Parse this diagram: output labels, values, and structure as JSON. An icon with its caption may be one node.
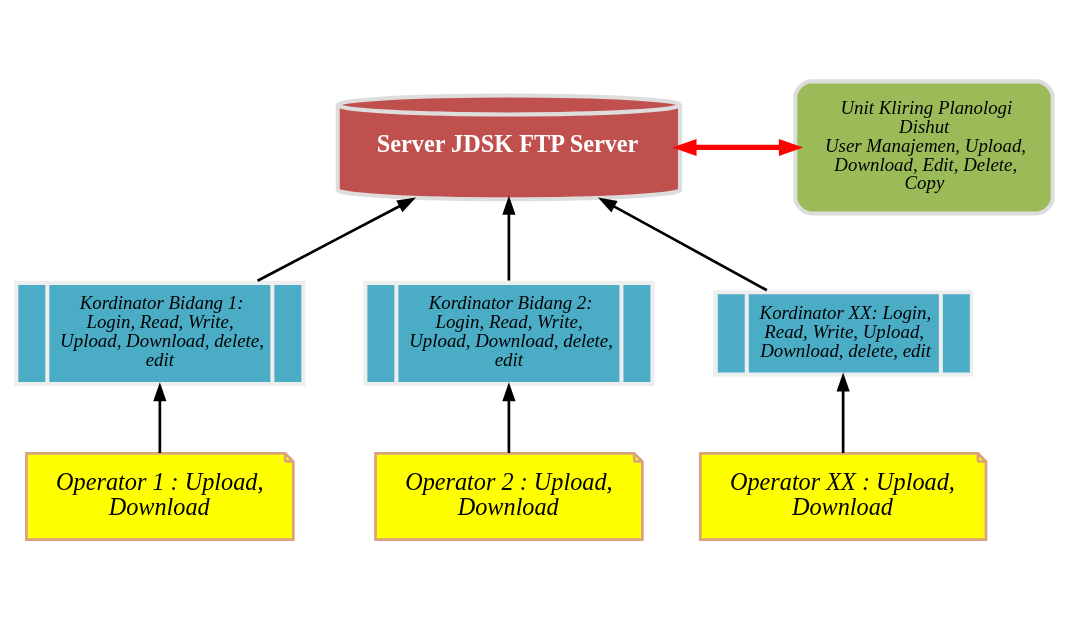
{
  "diagram": {
    "nodes": [
      {
        "text": [
          "Server JDSK FTP Server"
        ]
      },
      {
        "text": [
          "Unit Kliring Planologi Dishut",
          "User Manajemen, Upload, Download, Edit, Delete, Copy"
        ]
      },
      {
        "text": [
          "Kordinator Bidang 1: Login, Read, Write, Upload, Download, delete, edit"
        ]
      },
      {
        "text": [
          "Kordinator Bidang 2: Login, Read, Write, Upload, Download, delete, edit"
        ]
      },
      {
        "text": [
          "Kordinator XX: Login, Read, Write, Upload, Download, delete, edit"
        ]
      },
      {
        "text": [
          "Operator 1 : Upload, Download"
        ]
      },
      {
        "text": [
          "Operator 2 : Upload, Download"
        ]
      },
      {
        "text": [
          "Operator XX : Upload, Download"
        ]
      }
    ],
    "edges": [
      {
        "from": 0,
        "to": 1,
        "arrow": "both",
        "style": "thick",
        "color": "#ff0000"
      },
      {
        "from": 2,
        "to": 0,
        "arrow": "to"
      },
      {
        "from": 3,
        "to": 0,
        "arrow": "to"
      },
      {
        "from": 4,
        "to": 0,
        "arrow": "to"
      },
      {
        "from": 5,
        "to": 2,
        "arrow": "to"
      },
      {
        "from": 6,
        "to": 3,
        "arrow": "to"
      },
      {
        "from": 7,
        "to": 4,
        "arrow": "to"
      }
    ]
  }
}
